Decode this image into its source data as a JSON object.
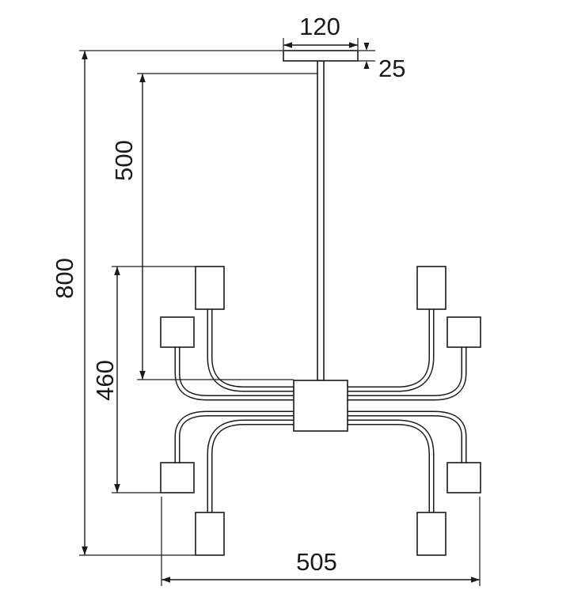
{
  "drawing": {
    "kind": "technical-dimension-diagram",
    "colors": {
      "line": "#1a1a1a",
      "background": "#ffffff"
    },
    "dimensions": {
      "canopy_width": "120",
      "canopy_thickness": "25",
      "rod_length": "500",
      "overall_height": "800",
      "frame_height": "460",
      "overall_width": "505"
    }
  }
}
